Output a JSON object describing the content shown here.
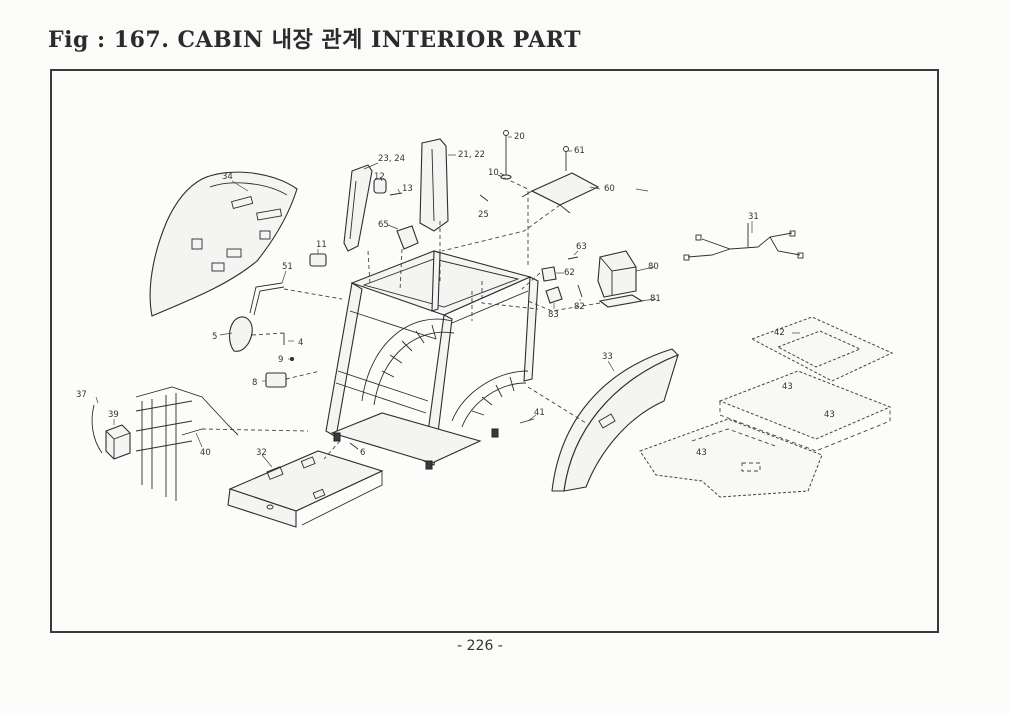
{
  "page": {
    "title": "Fig : 167. CABIN 내장 관계 INTERIOR PART",
    "page_number": "- 226 -"
  },
  "callouts": {
    "c34": "34",
    "c23_24": "23, 24",
    "c12": "12",
    "c13": "13",
    "c21_22": "21, 22",
    "c20": "20",
    "c10": "10",
    "c25": "25",
    "c61": "61",
    "c60": "60",
    "c65": "65",
    "c11": "11",
    "c51": "51",
    "c63": "63",
    "c62": "62",
    "c80": "80",
    "c81": "81",
    "c82": "82",
    "c83": "83",
    "c31": "31",
    "c5": "5",
    "c4": "4",
    "c9": "9",
    "c8": "8",
    "c37": "37",
    "c39": "39",
    "c40": "40",
    "c32": "32",
    "c6": "6",
    "c41": "41",
    "c33": "33",
    "c42": "42",
    "c43a": "43",
    "c43b": "43",
    "c43c": "43"
  }
}
